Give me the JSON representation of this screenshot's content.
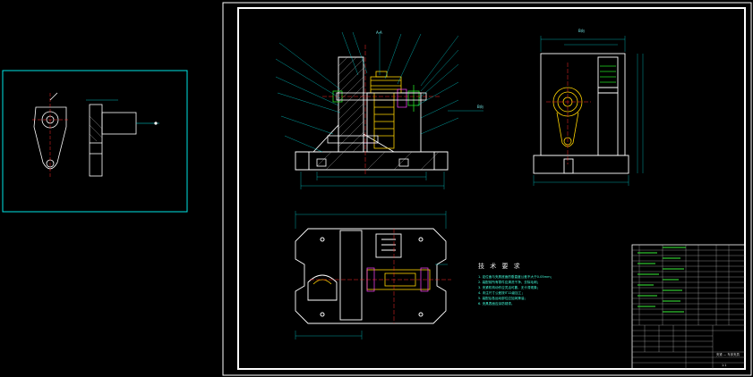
{
  "colors": {
    "background": "#000000",
    "frame": "#ffffff",
    "part": "#ffffff",
    "cyan": "#00e5e5",
    "yellow": "#ffd400",
    "red": "#ff2a2a",
    "green": "#22dd22",
    "magenta": "#ff44ff"
  },
  "section_label": "A-A",
  "side_view_label": "B向",
  "notes": {
    "title": "技 术 要 求",
    "lines": [
      "1. 定位面与夹具底面的垂直度公差不大于0.05mm；",
      "2. 装配前所有零件应清洗干净，去除毛刺；",
      "3. 夹紧机构动作应灵活可靠，无卡滞现象；",
      "4. 未注尺寸公差按IT12级加工；",
      "5. 装配后各运动部位应加润滑油；",
      "6. 夹具表面应涂防锈漆。"
    ]
  },
  "title_block": {
    "designation": "夹紧 — 车床夹具",
    "scale": "1:1"
  }
}
